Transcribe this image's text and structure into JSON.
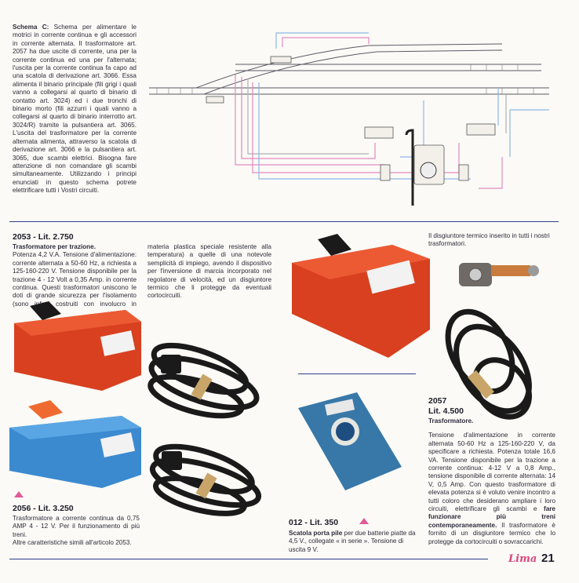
{
  "schema": {
    "title": "Schema C:",
    "text": "Schema per alimentare le motrici in corrente continua e gli accessori in corrente alternata. Il trasformatore art. 2057 ha due uscite di corrente, una per la corrente continua ed una per l'alternata; l'uscita per la corrente continua fa capo ad una scatola di derivazione art. 3066. Essa alimenta il binario principale (fili grigi i quali vanno a collegarsi al quarto di binario di contatto art. 3024) ed i due tronchi di binario morto (fili azzurri i quali vanno a collegarsi al quarto di binario interrotto art. 3024/R) tramite la pulsantiera art. 3065. L'uscita del trasformatore per la corrente alternata alimenta, attraverso la scatola di derivazione art. 3066 e la pulsantiera art. 3065, due scambi elettrici. Bisogna fare attenzione di non comandare gli scambi simultaneamente. Utilizzando i principi enunciati in questo schema potrete elettrificare tutti i Vostri circuiti."
  },
  "product_2053": {
    "code": "2053 - Lit. 2.750",
    "subtitle": "Trasformatore per trazione.",
    "text": "Potenza 4,2 V.A. Tensione d'alimentazione: corrente alternata a 50-60 Hz, a richiesta a 125-160-220 V. Tensione disponibile per la trazione 4 - 12 Volt a 0,35 Amp. in corrente continua. Questi trasformatori uniscono le doti di grande sicurezza per l'isolamento (sono infatti costruiti con involucro in materia plastica speciale resistente alla temperatura) a quelle di una notevole semplicità di impiego, avendo il dispositivo per l'inversione di marcia incorporato nel regolatore di velocità, ed un disgiuntore termico che li protegge da eventuali cortocircuiti."
  },
  "disgiuntore_text": "Il disgiuntore termico inserito in tutti i nostri trasformatori.",
  "product_2057": {
    "code": "2057",
    "price": "Lit. 4.500",
    "subtitle": "Trasformatore.",
    "text": "Tensione d'alimentazione in corrente alternata 50-60 Hz a 125-160-220 V, da specificare a richiesta. Potenza totale 16,6 VA. Tensione disponibile per la trazione a corrente continua: 4-12 V a 0,8 Amp., tensione disponibile di corrente alternata: 14 V, 0,5 Amp. Con questo trasformatore di elevata potenza si è voluto venire incontro a tutti coloro che desiderano ampliare i loro circuiti, elettrificare gli scambi e",
    "bold_text": "fare funzionare più treni contemporaneamente.",
    "text_end": "Il trasformatore è fornito di un disgiuntore termico che lo protegge da cortocircuiti o sovraccarichi."
  },
  "product_2056": {
    "code": "2056 - Lit. 3.250",
    "text": "Trasformatore a corrente continua da 0,75 AMP 4 - 12 V. Per il funzionamento di più treni.",
    "text2": "Altre caratteristiche simili all'articolo 2053."
  },
  "product_012": {
    "code": "012 - Lit. 350",
    "bold_text": "Scatola porta pile",
    "text": "per due batterie piatte da 4,5 V., collegate « in serie ». Tensione di uscita 9 V."
  },
  "footer": {
    "brand": "Lima",
    "page_number": "21"
  },
  "colors": {
    "red_transformer": "#d8401f",
    "blue_transformer": "#3b8ad0",
    "rule": "#2d3f8a",
    "accent_triangle": "#e05a9a"
  }
}
